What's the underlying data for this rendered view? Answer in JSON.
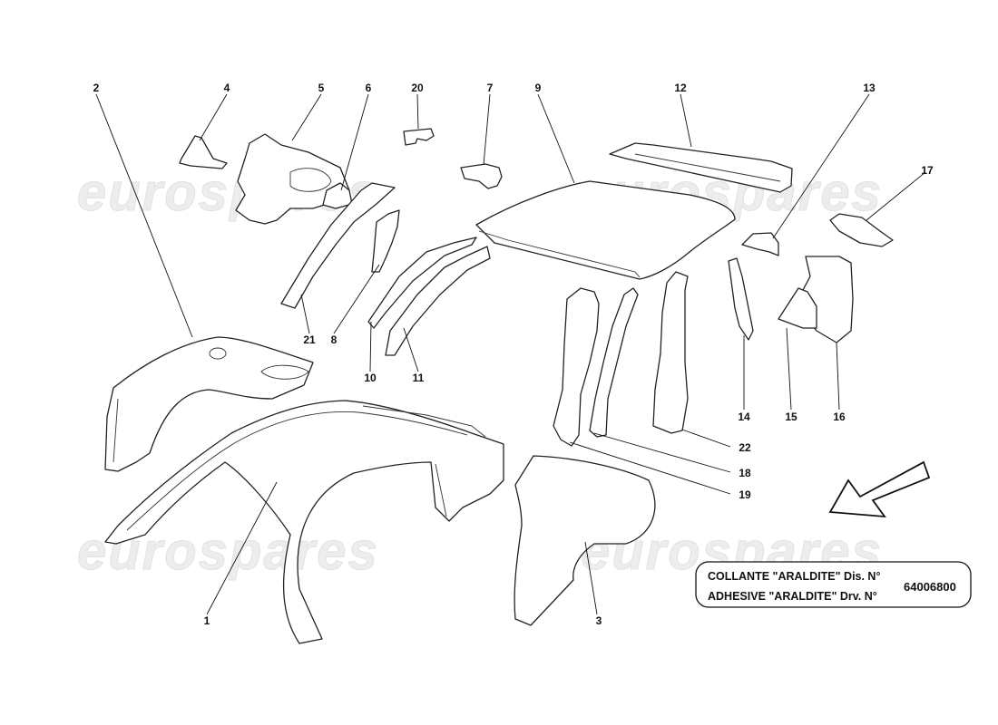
{
  "watermark": {
    "text": "eurospares"
  },
  "callouts": [
    "1",
    "2",
    "3",
    "4",
    "5",
    "6",
    "7",
    "8",
    "9",
    "10",
    "11",
    "12",
    "13",
    "14",
    "15",
    "16",
    "17",
    "18",
    "19",
    "20",
    "21",
    "22"
  ],
  "note": {
    "line1": "COLLANTE \"ARALDITE\" Dis. N°",
    "line2": "ADHESIVE \"ARALDITE\" Drv. N°",
    "part_number": "64006800"
  },
  "direction_arrow": {
    "icon": "front-direction-arrow-icon"
  },
  "colors": {
    "line": "#222222",
    "watermark": "#ededed"
  }
}
